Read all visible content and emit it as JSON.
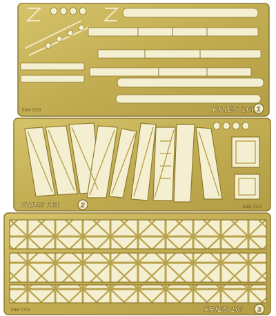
{
  "photo": {
    "brass_color": "#c8b35a",
    "brass_dark": "#7d6a24",
    "brass_light": "#e9dc9a",
    "background_color": "#ffffff"
  },
  "frets": [
    {
      "label": "FRIES 16t",
      "number": "1",
      "code": "EdM 7223"
    },
    {
      "label": "FRIES 16t",
      "number": "2",
      "code": "EdM 7223"
    },
    {
      "label": "FRIES 16t",
      "number": "3",
      "code": "EdM 7223"
    }
  ]
}
